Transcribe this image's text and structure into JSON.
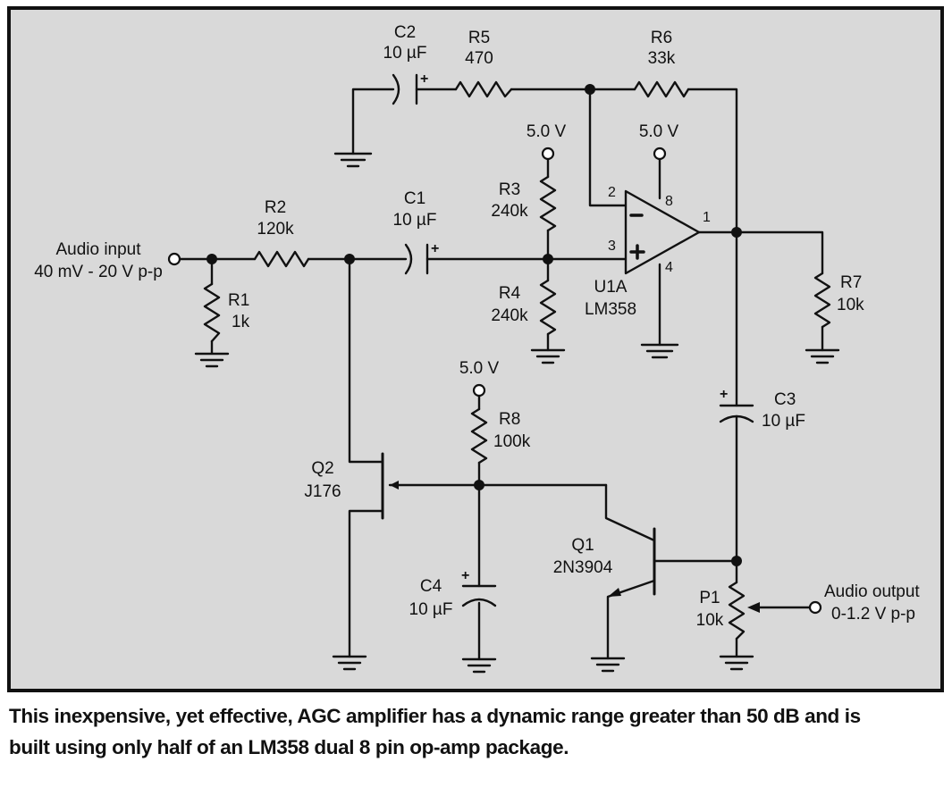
{
  "diagram": {
    "components": {
      "C2": {
        "name": "C2",
        "value": "10 µF"
      },
      "R5": {
        "name": "R5",
        "value": "470"
      },
      "R6": {
        "name": "R6",
        "value": "33k"
      },
      "R2": {
        "name": "R2",
        "value": "120k"
      },
      "C1": {
        "name": "C1",
        "value": "10 µF"
      },
      "R3": {
        "name": "R3",
        "value": "240k"
      },
      "R4": {
        "name": "R4",
        "value": "240k"
      },
      "R1": {
        "name": "R1",
        "value": "1k"
      },
      "U1A": {
        "name": "U1A",
        "value": "LM358"
      },
      "R7": {
        "name": "R7",
        "value": "10k"
      },
      "C3": {
        "name": "C3",
        "value": "10 µF"
      },
      "R8": {
        "name": "R8",
        "value": "100k"
      },
      "Q2": {
        "name": "Q2",
        "value": "J176"
      },
      "C4": {
        "name": "C4",
        "value": "10 µF"
      },
      "Q1": {
        "name": "Q1",
        "value": "2N3904"
      },
      "P1": {
        "name": "P1",
        "value": "10k"
      }
    },
    "supply_label": "5.0 V",
    "opamp_pins": {
      "inv": "2",
      "noninv": "3",
      "out": "1",
      "vcc": "8",
      "gnd": "4"
    },
    "input": {
      "line1": "Audio input",
      "line2": "40 mV - 20 V p-p"
    },
    "output": {
      "line1": "Audio output",
      "line2": "0-1.2 V p-p"
    }
  },
  "caption": "This inexpensive, yet effective, AGC amplifier has a dynamic range greater than 50 dB and is\nbuilt using only half of an LM358 dual 8 pin op-amp package."
}
